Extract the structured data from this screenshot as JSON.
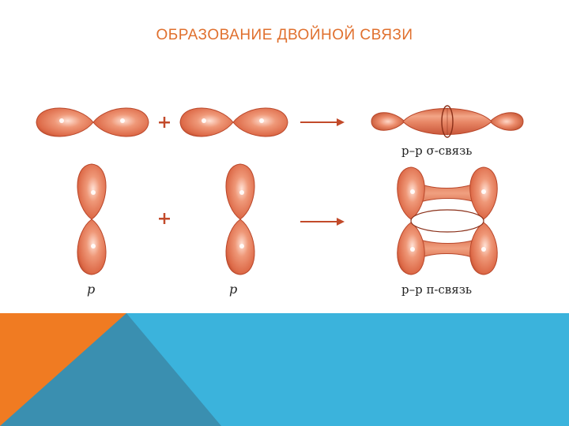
{
  "slide": {
    "title": "ОБРАЗОВАНИЕ ДВОЙНОЙ СВЯЗИ"
  },
  "diagram": {
    "plus_sign": "+",
    "arrow_glyph": "→",
    "orbital_label_left": "p",
    "orbital_label_right": "p",
    "sigma_caption": "p–p σ-связь",
    "pi_caption": "p–p π-связь"
  },
  "colors": {
    "title": "#e0702e",
    "lobe": "#e58061",
    "lobe_dark": "#c24a2a",
    "band_light_blue": "#3bb3dc",
    "band_dark_blue": "#3a8fb0",
    "band_orange": "#f07b22"
  },
  "icons": [
    "plus-icon",
    "arrow-right-icon"
  ]
}
